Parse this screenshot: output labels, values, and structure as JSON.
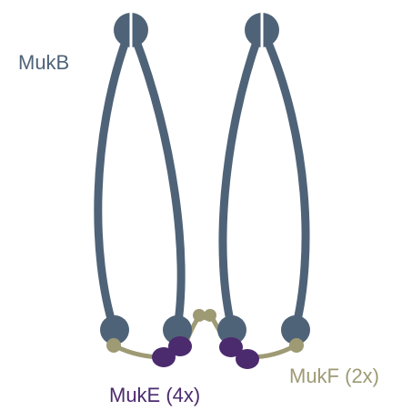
{
  "labels": {
    "mukb": "MukB",
    "muke": "MukE (4x)",
    "mukf": "MukF (2x)"
  },
  "colors": {
    "mukb": "#4f6378",
    "muke": "#4b2b6e",
    "mukf": "#9e9a74",
    "background": "#ffffff"
  }
}
